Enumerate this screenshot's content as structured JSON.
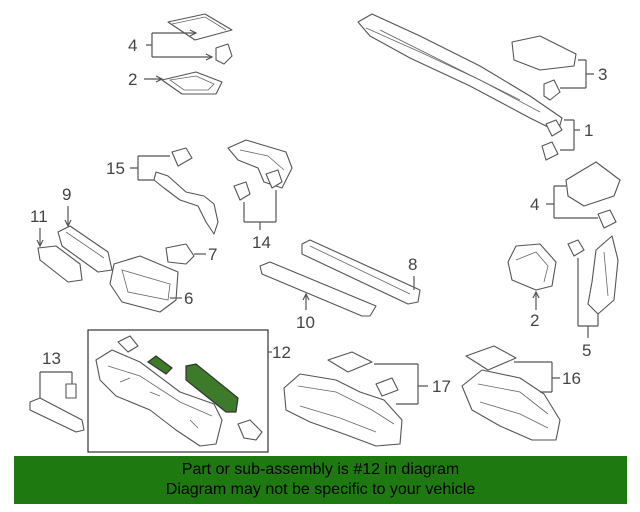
{
  "callouts": {
    "c1": "1",
    "c2a": "2",
    "c2b": "2",
    "c3": "3",
    "c4a": "4",
    "c4b": "4",
    "c5": "5",
    "c6": "6",
    "c7": "7",
    "c8": "8",
    "c9": "9",
    "c10": "10",
    "c11": "11",
    "c12": "12",
    "c13": "13",
    "c14": "14",
    "c15": "15",
    "c16": "16",
    "c17": "17"
  },
  "banner": {
    "line1": "Part or sub-assembly is #12 in diagram",
    "line2": "Diagram may not be specific to your vehicle"
  },
  "colors": {
    "highlight": "#3d7a2a",
    "banner": "#1e7a10"
  }
}
